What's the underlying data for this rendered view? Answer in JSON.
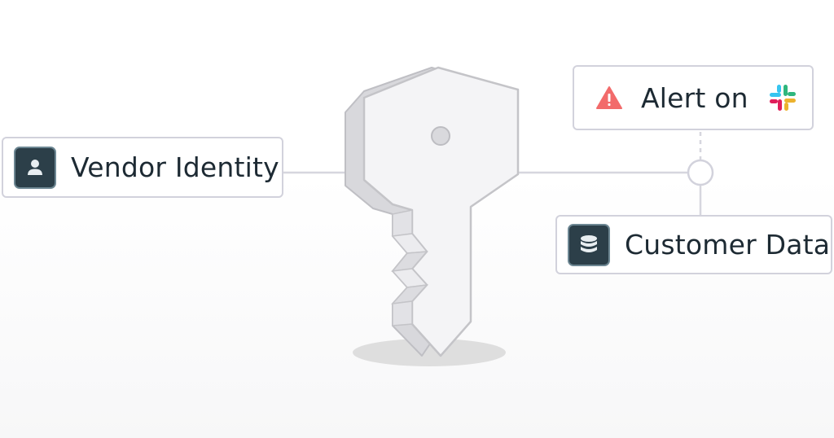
{
  "nodes": {
    "vendor": {
      "label": "Vendor Identity",
      "icon": "user-icon"
    },
    "alert": {
      "label": "Alert on",
      "icon": "warning-icon",
      "service_icon": "slack-logo-icon"
    },
    "customer": {
      "label": "Customer Data",
      "icon": "database-icon"
    }
  },
  "colors": {
    "node_border": "#d2d2dc",
    "icon_bg": "#2c3f49",
    "warning": "#f26b6b",
    "connector": "#d6d6de",
    "key_fill": "#f4f4f6",
    "key_outline": "#c4c4c8",
    "shadow": "#dedede"
  }
}
